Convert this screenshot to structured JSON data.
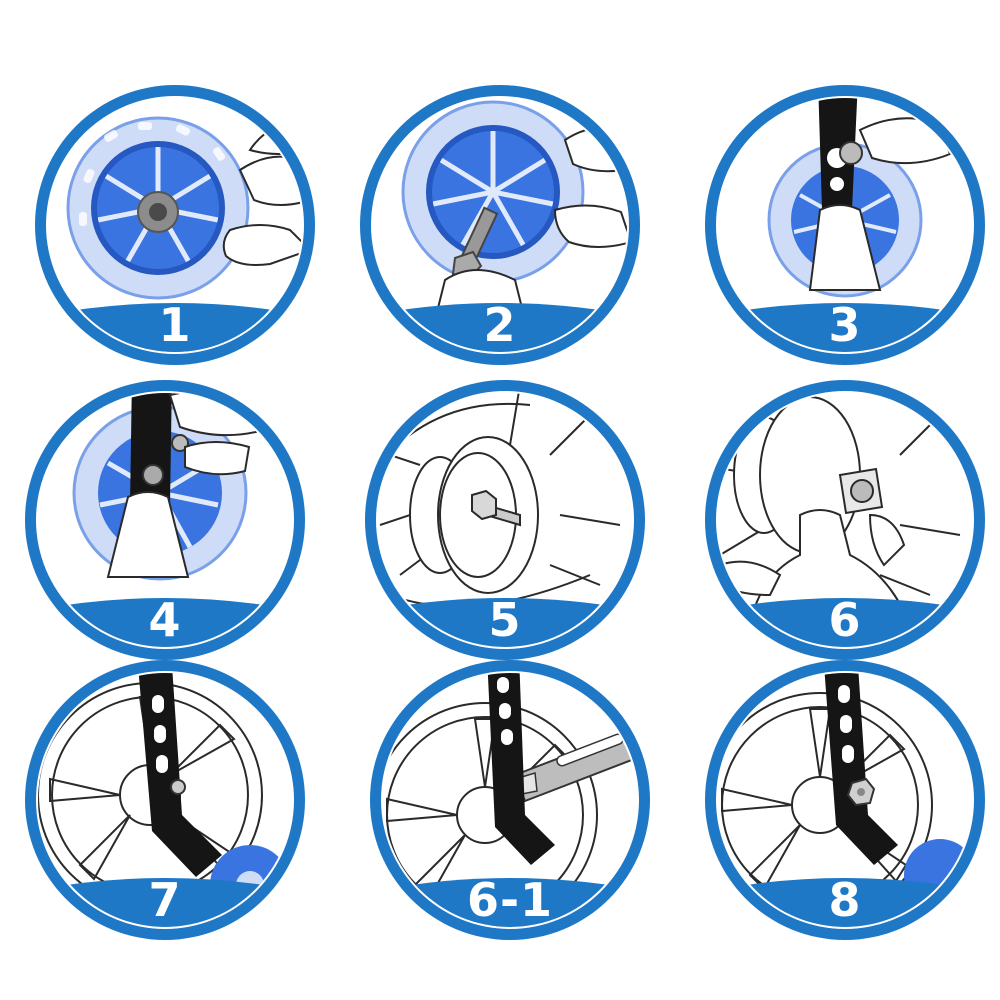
{
  "colors": {
    "ring": "#1f78c6",
    "band": "#1f78c6",
    "wheel_blue": "#3a74e0",
    "wheel_light": "#a9c2f2",
    "bracket": "#151515",
    "line_art": "#2a2a2a",
    "background": "#ffffff"
  },
  "steps": [
    {
      "label": "1",
      "illustration": "blue-wheel-with-bearing"
    },
    {
      "label": "2",
      "illustration": "bolt-inserted-into-wheel"
    },
    {
      "label": "3",
      "illustration": "bracket-placed-on-bolt"
    },
    {
      "label": "4",
      "illustration": "nut-tightened-on-bracket"
    },
    {
      "label": "5",
      "illustration": "bike-wheel-axle-bolt"
    },
    {
      "label": "6",
      "illustration": "washer-on-axle"
    },
    {
      "label": "7",
      "illustration": "stabiliser-bracket-mounted"
    },
    {
      "label": "6-1",
      "illustration": "alternate-bracket-adapter"
    },
    {
      "label": "8",
      "illustration": "axle-nut-tightened"
    }
  ]
}
